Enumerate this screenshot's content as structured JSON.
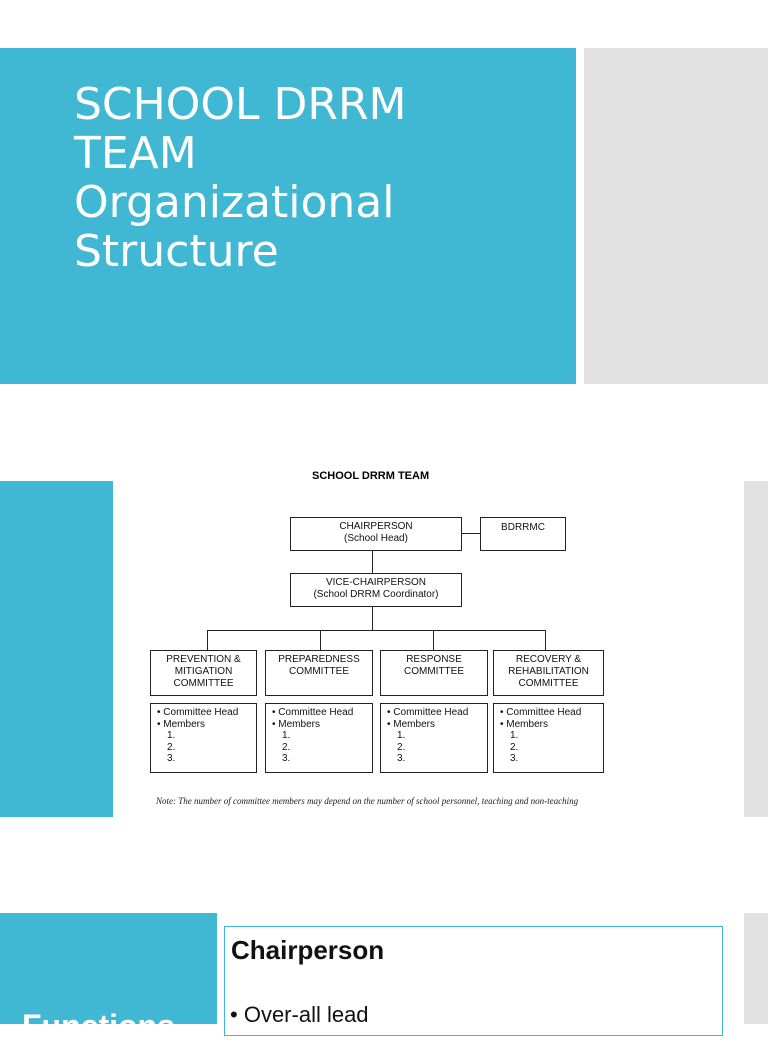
{
  "slide1": {
    "title_lines": [
      "SCHOOL DRRM",
      "TEAM",
      "Organizational",
      "Structure"
    ],
    "accent_color": "#41b8d3",
    "side_panel_color": "#e2e2e2"
  },
  "slide2": {
    "org_chart": {
      "title": "SCHOOL DRRM TEAM",
      "chair": {
        "line1": "CHAIRPERSON",
        "line2": "(School Head)"
      },
      "partner": "BDRRMC",
      "vice": {
        "line1": "VICE-CHAIRPERSON",
        "line2": "(School DRRM Coordinator)"
      },
      "committees": [
        {
          "lines": [
            "PREVENTION &",
            "MITIGATION",
            "COMMITTEE"
          ]
        },
        {
          "lines": [
            "PREPAREDNESS",
            "COMMITTEE"
          ]
        },
        {
          "lines": [
            "RESPONSE",
            "COMMITTEE"
          ]
        },
        {
          "lines": [
            "RECOVERY &",
            "REHABILITATION",
            "COMMITTEE"
          ]
        }
      ],
      "member_list": {
        "head": "• Committee Head",
        "members": "• Members",
        "numbers": [
          "1.",
          "2.",
          "3."
        ]
      },
      "note": "Note: The number of committee members may depend on the number of school personnel, teaching and non-teaching"
    }
  },
  "slide3": {
    "side_label": "Functions",
    "heading": "Chairperson",
    "bullets": [
      "Over-all lead"
    ]
  }
}
